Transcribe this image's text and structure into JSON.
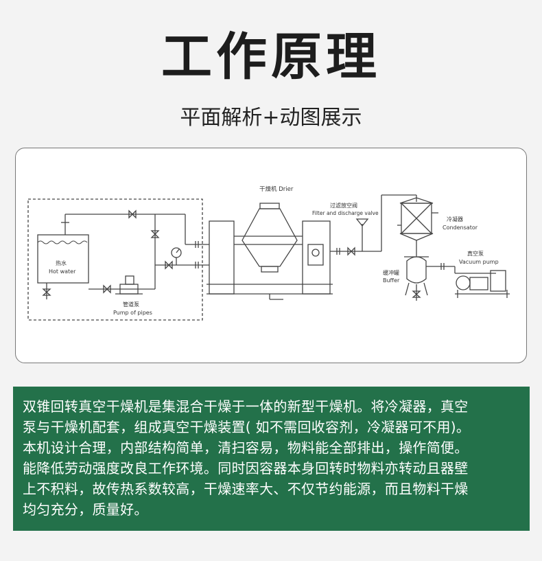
{
  "header": {
    "title": "工作原理",
    "subtitle": "平面解析+动图展示"
  },
  "diagram": {
    "labels": {
      "drier": "干燥机 Drier",
      "filter_cn": "过滤放空阀",
      "filter_en": "Filter and discharge valve",
      "condensator_cn": "冷凝器",
      "condensator_en": "Condensator",
      "vacuum_cn": "真空泵",
      "vacuum_en": "Vacuum pump",
      "buffer_cn": "缓冲罐",
      "buffer_en": "Buffer",
      "hotwater_cn": "热水",
      "hotwater_en": "Hot water",
      "pump_cn": "管道泵",
      "pump_en": "Pump of pipes"
    }
  },
  "description": {
    "lines": [
      "双锥回转真空干燥机是集混合干燥于一体的新型干燥机。将冷凝器，真空",
      "泵与干燥机配套，组成真空干燥装置( 如不需回收容剂，冷凝器可不用)。",
      "本机设计合理，内部结构简单，清扫容易，物料能全部排出，操作简便。",
      "能降低劳动强度改良工作环境。同时因容器本身回转时物料亦转动且器壁",
      "上不积料，故传热系数较高，干燥速率大、不仅节约能源，而且物料干燥",
      "均匀充分，质量好。"
    ]
  },
  "colors": {
    "background": "#f3f3f3",
    "description_bg": "#23714a",
    "title": "#1d1d1d"
  }
}
